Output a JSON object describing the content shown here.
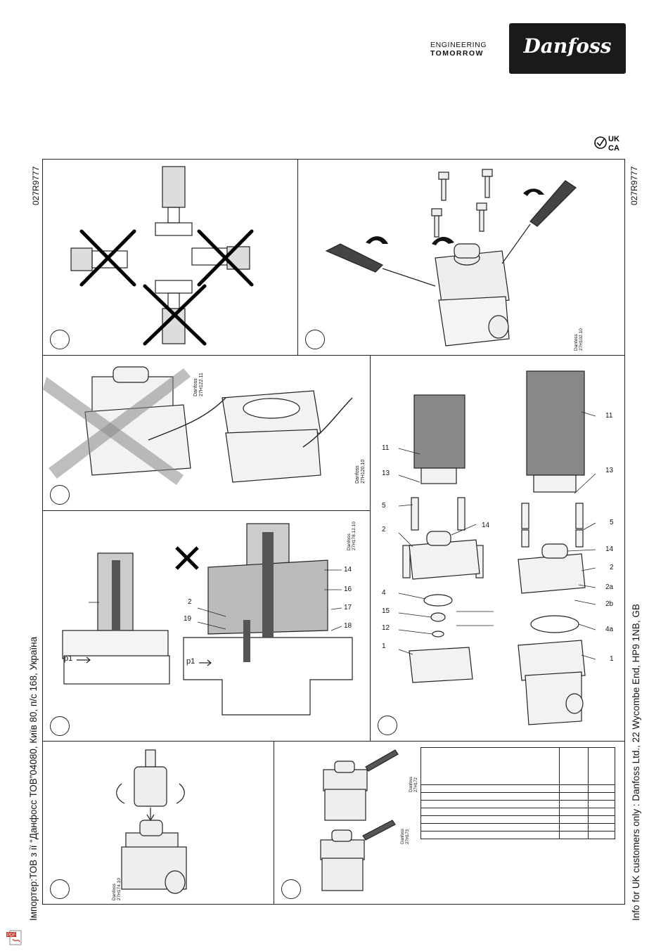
{
  "header": {
    "tagline_line1": "ENGINEERING",
    "tagline_line2": "TOMORROW",
    "brand": "Danfoss",
    "ukca_mark": "UK CA"
  },
  "doc_codes": {
    "left": "027R9777",
    "right": "027R9777"
  },
  "side_text": {
    "left": "Імпортер:ТОВ з ії “Данфосс ТОВ”04080, Київ 80, п/с 168, Україна",
    "right": "Info for UK customers only : Danfoss Ltd., 22 Wycombe End, HP9 1NB, GB"
  },
  "drawing_refs": {
    "p2": "Danfoss 27H102.10",
    "p3a": "Danfoss 27H122.11",
    "p3b": "Danfoss 27H120.10",
    "p5": "Danfoss 27H178.12.10",
    "p7": "Danfoss 27H174.10",
    "p8a": "Danfoss 27H172",
    "p8b": "Danfoss 27H173"
  },
  "callouts": {
    "c1": "1",
    "c2": "2",
    "c2a": "2a",
    "c2b": "2b",
    "c4": "4",
    "c4a": "4a",
    "c5": "5",
    "c11": "11",
    "c12": "12",
    "c13": "13",
    "c14": "14",
    "c15": "15",
    "c16": "16",
    "c17": "17",
    "c18": "18",
    "c19": "19",
    "p1": "p1"
  },
  "footer": {
    "pdf_icon": "PDF"
  }
}
